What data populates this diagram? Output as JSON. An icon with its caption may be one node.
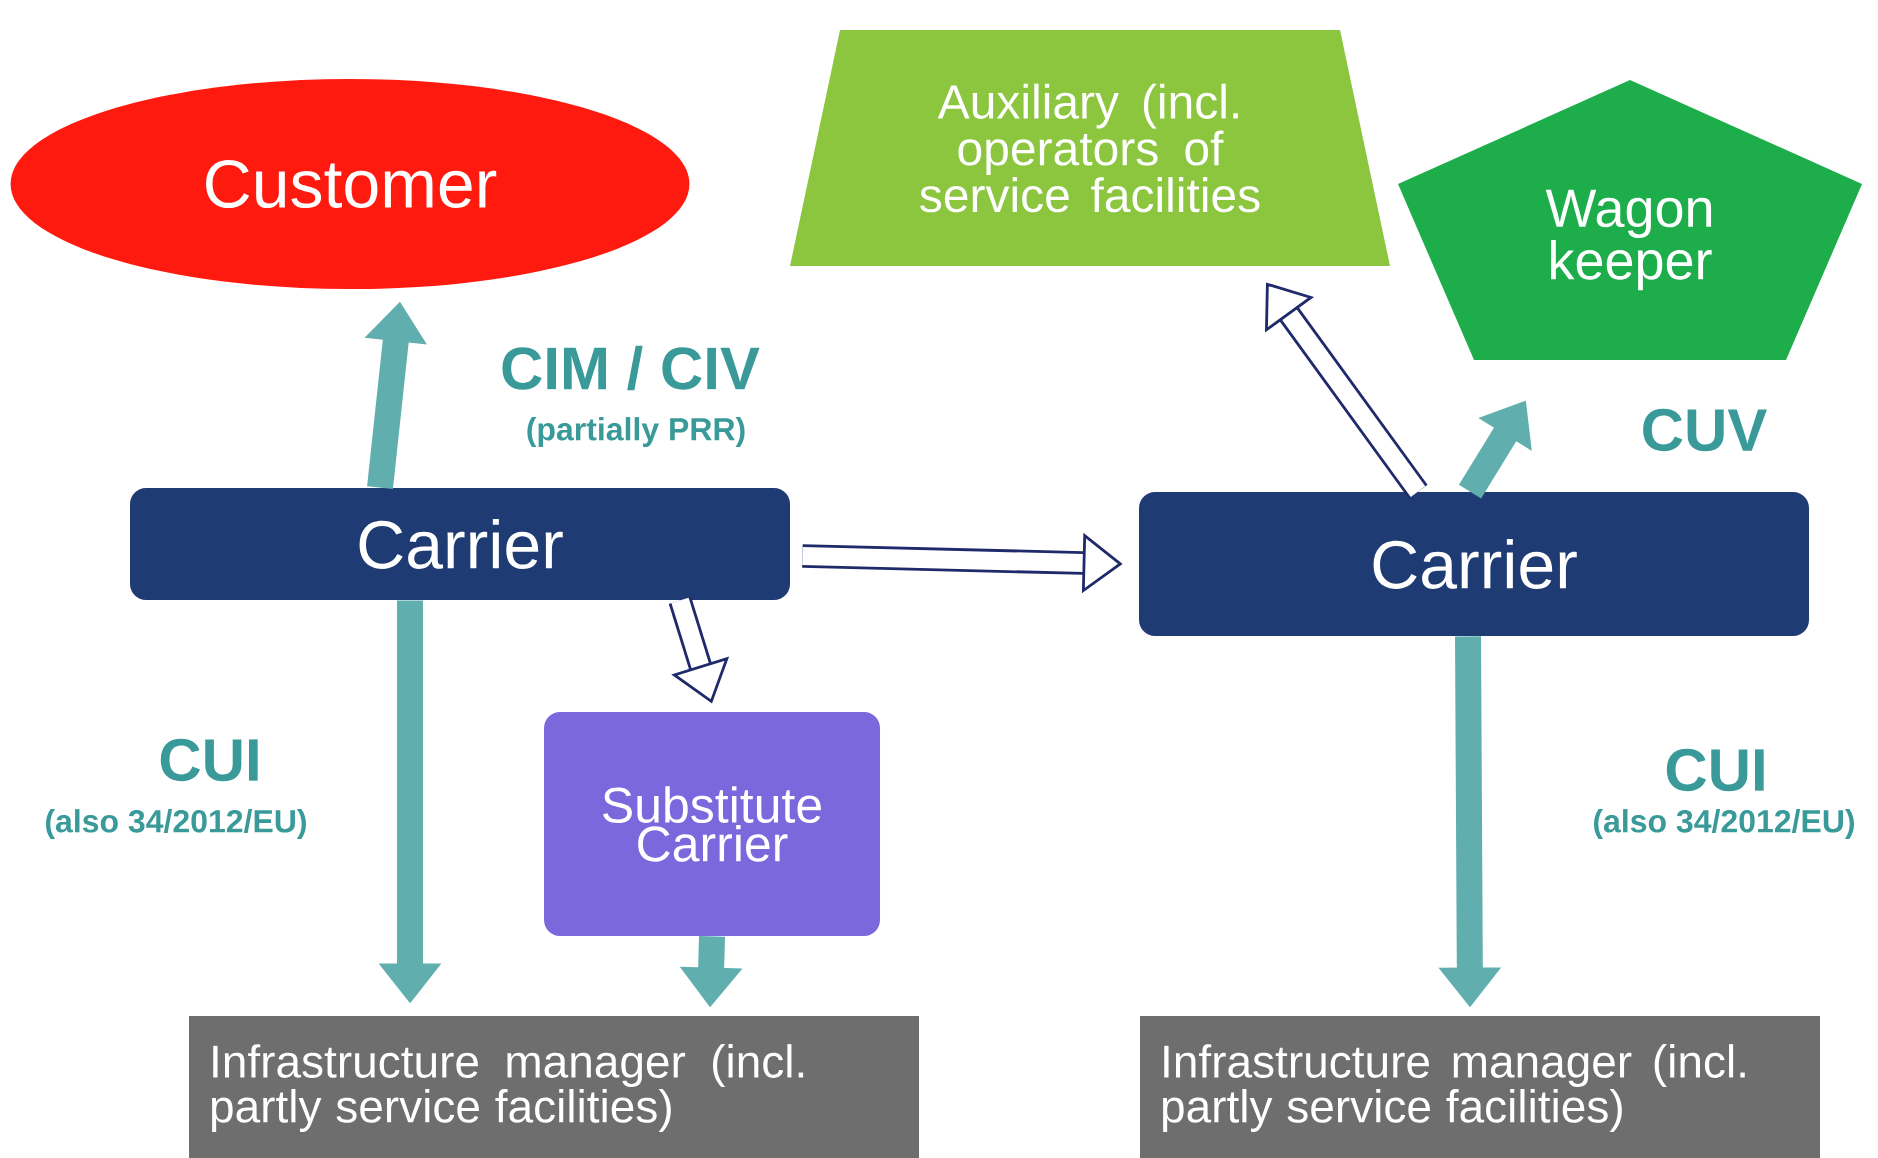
{
  "diagram": {
    "nodes": [
      {
        "text": [
          "Customer"
        ]
      },
      {
        "text": [
          "Auxiliary (incl. operators of service facilities"
        ]
      },
      {
        "text": [
          "Wagon keeper"
        ]
      },
      {
        "text": [
          "Carrier"
        ]
      },
      {
        "text": [
          "Carrier"
        ]
      },
      {
        "text": [
          "Substitute Carrier"
        ]
      },
      {
        "text": [
          "Infrastructure manager (incl. partly service facilities)"
        ]
      },
      {
        "text": [
          "Infrastructure manager (incl. partly service facilities)"
        ]
      }
    ],
    "edges": [
      {
        "from": 3,
        "to": 0,
        "arrow": "to",
        "label": "CIM / CIV"
      },
      {
        "from": 3,
        "to": 4,
        "arrow": "to",
        "color": "#1f2a6b"
      },
      {
        "from": 3,
        "to": 5,
        "arrow": "to",
        "color": "#1f2a6b"
      },
      {
        "from": 3,
        "to": 6,
        "arrow": "to",
        "label": "CUI"
      },
      {
        "from": 5,
        "to": 6,
        "arrow": "to"
      },
      {
        "from": 4,
        "to": 1,
        "arrow": "to",
        "color": "#1f2a6b"
      },
      {
        "from": 4,
        "to": 2,
        "arrow": "to",
        "label": "CUV"
      },
      {
        "from": 4,
        "to": 7,
        "arrow": "to",
        "label": "CUI"
      }
    ],
    "labels": [
      "(partially PRR)",
      "(also 34/2012/EU)",
      "(also 34/2012/EU)"
    ]
  }
}
